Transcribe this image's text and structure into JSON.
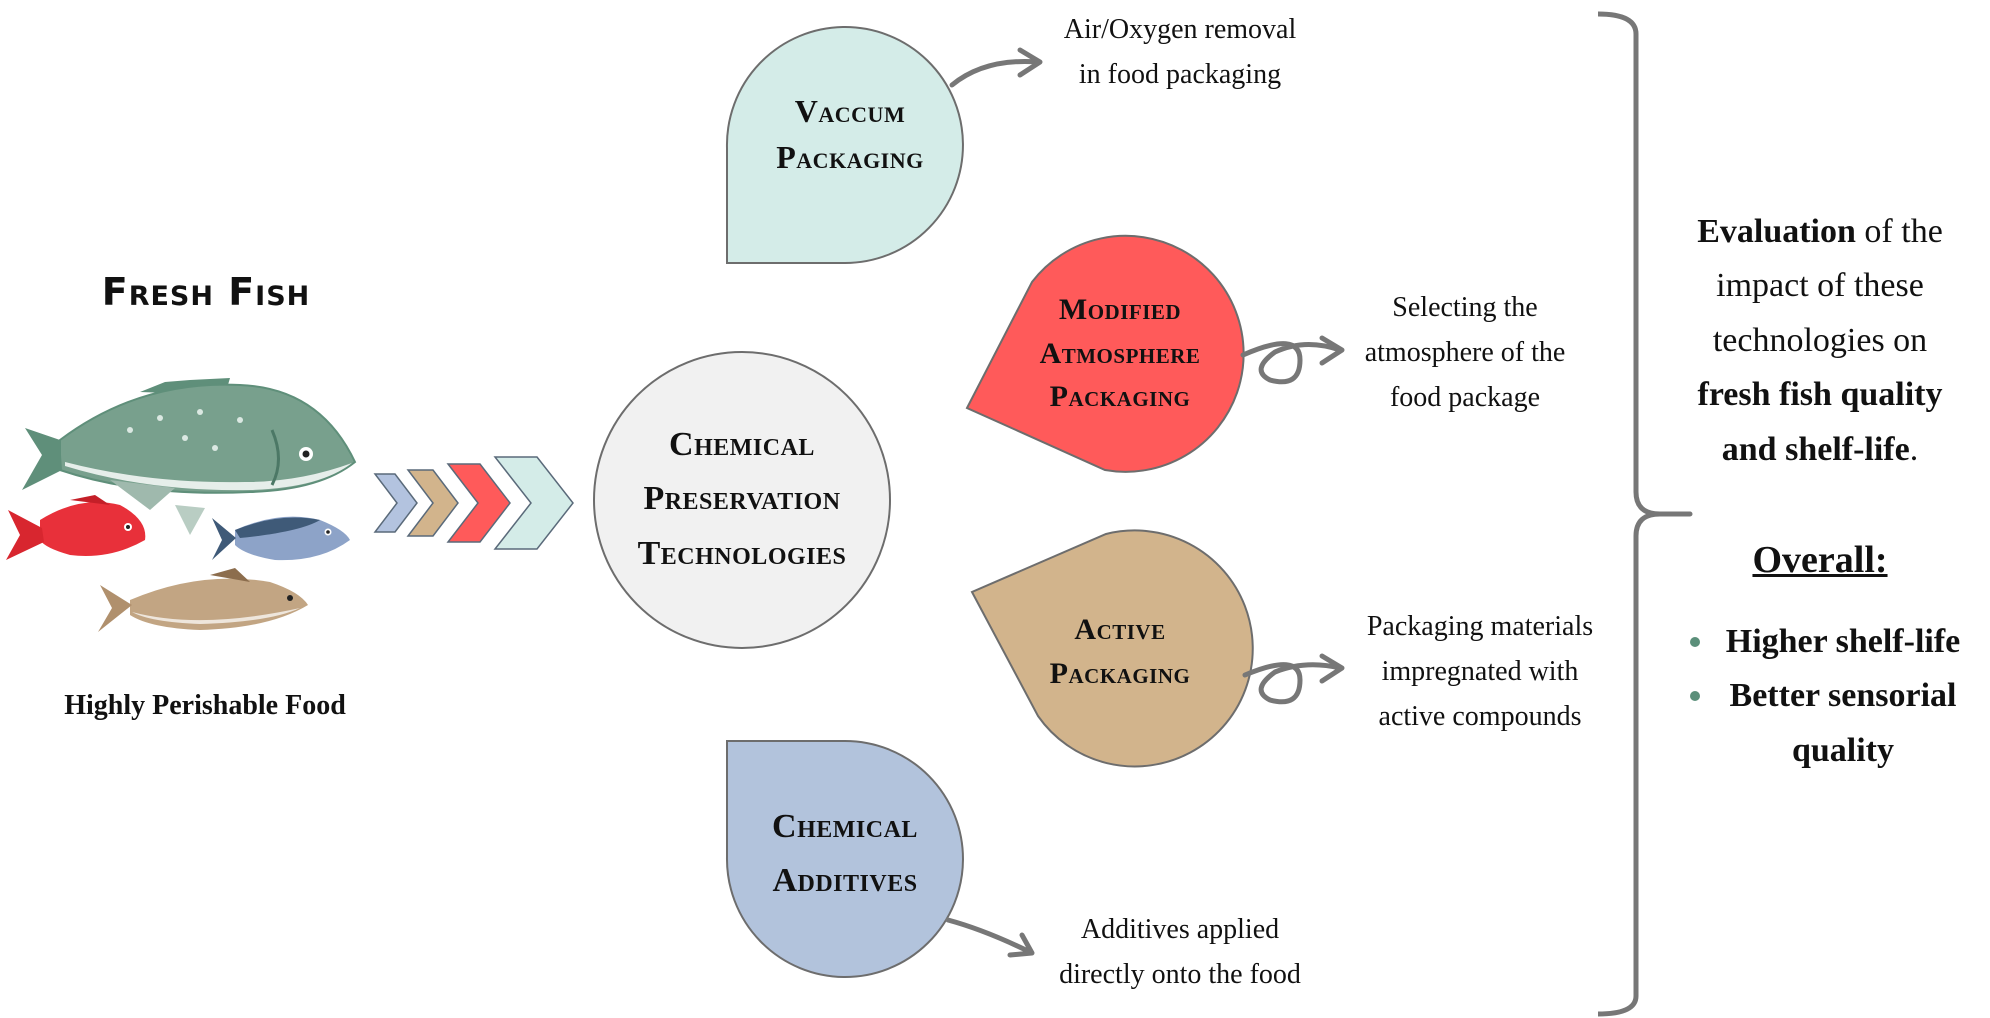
{
  "left": {
    "title": "Fresh Fish",
    "subtitle": "Highly Perishable Food"
  },
  "center": {
    "lines": [
      "Chemical",
      "Preservation",
      "Technologies"
    ]
  },
  "methods": [
    {
      "lines": [
        "Vaccum",
        "Packaging"
      ],
      "color": "#d4ece8",
      "desc": [
        "Air/Oxygen removal",
        "in food packaging"
      ]
    },
    {
      "lines": [
        "Modified",
        "Atmosphere",
        "Packaging"
      ],
      "color": "#ff5a5a",
      "desc": [
        "Selecting the",
        "atmosphere of the",
        "food package"
      ]
    },
    {
      "lines": [
        "Active",
        "Packaging"
      ],
      "color": "#d2b48c",
      "desc": [
        "Packaging materials",
        "impregnated with",
        "active compounds"
      ]
    },
    {
      "lines": [
        "Chemical",
        "Additives"
      ],
      "color": "#b2c3dc",
      "desc": [
        "Additives applied",
        "directly onto the food"
      ]
    }
  ],
  "evaluation": {
    "e1": "Evaluation",
    "e2": " of the",
    "e3": "impact of these",
    "e4": "technologies on",
    "e5": "fresh fish quality",
    "e6": "and shelf-life",
    "e7": "."
  },
  "overall": {
    "title": "Overall:",
    "items": [
      "Higher shelf-life",
      "Better sensorial quality"
    ]
  },
  "chevron_colors": [
    "#b3c3df",
    "#d2b48c",
    "#ff5a5a",
    "#d4ece8"
  ]
}
